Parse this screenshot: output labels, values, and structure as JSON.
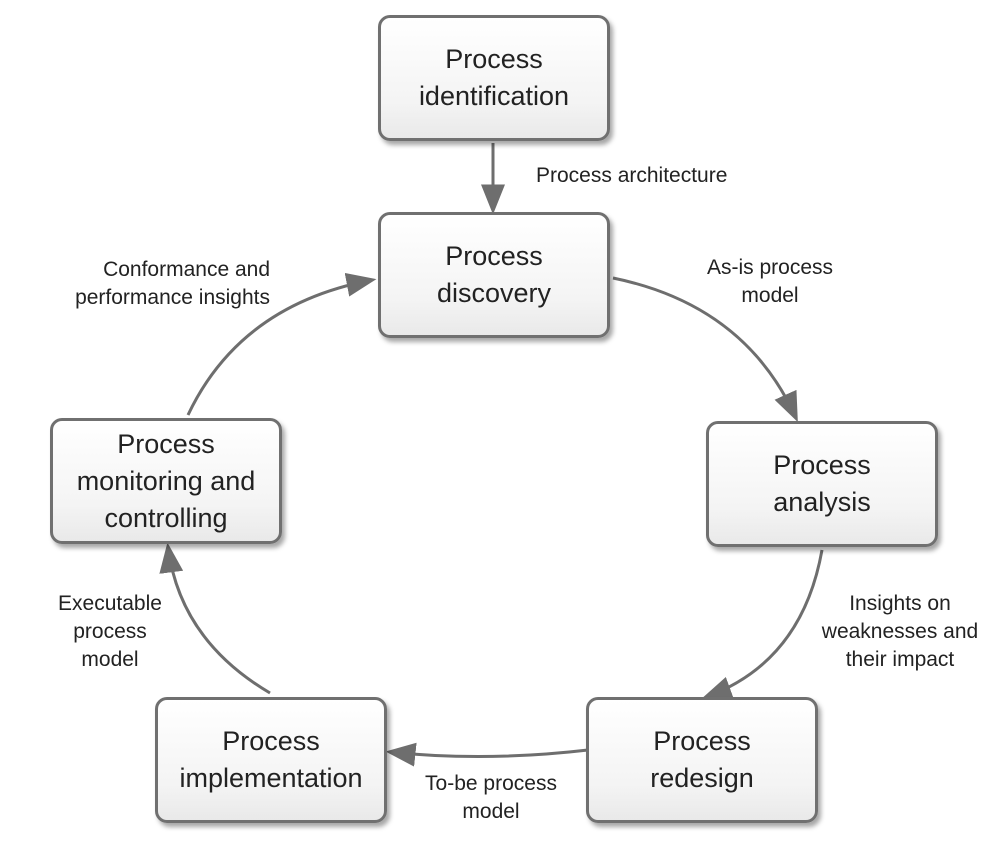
{
  "stages": {
    "identification": "Process\nidentification",
    "discovery": "Process\ndiscovery",
    "analysis": "Process\nanalysis",
    "redesign": "Process\nredesign",
    "implementation": "Process\nimplementation",
    "monitoring": "Process\nmonitoring and\ncontrolling"
  },
  "flows": {
    "architecture": "Process architecture",
    "as_is": "As-is process\nmodel",
    "insights": "Insights on\nweaknesses and\ntheir impact",
    "to_be": "To-be process\nmodel",
    "executable": "Executable\nprocess\nmodel",
    "conformance": "Conformance and\nperformance insights"
  },
  "colors": {
    "arrow": "#6e6e6e",
    "border": "#707070",
    "text": "#222222"
  }
}
